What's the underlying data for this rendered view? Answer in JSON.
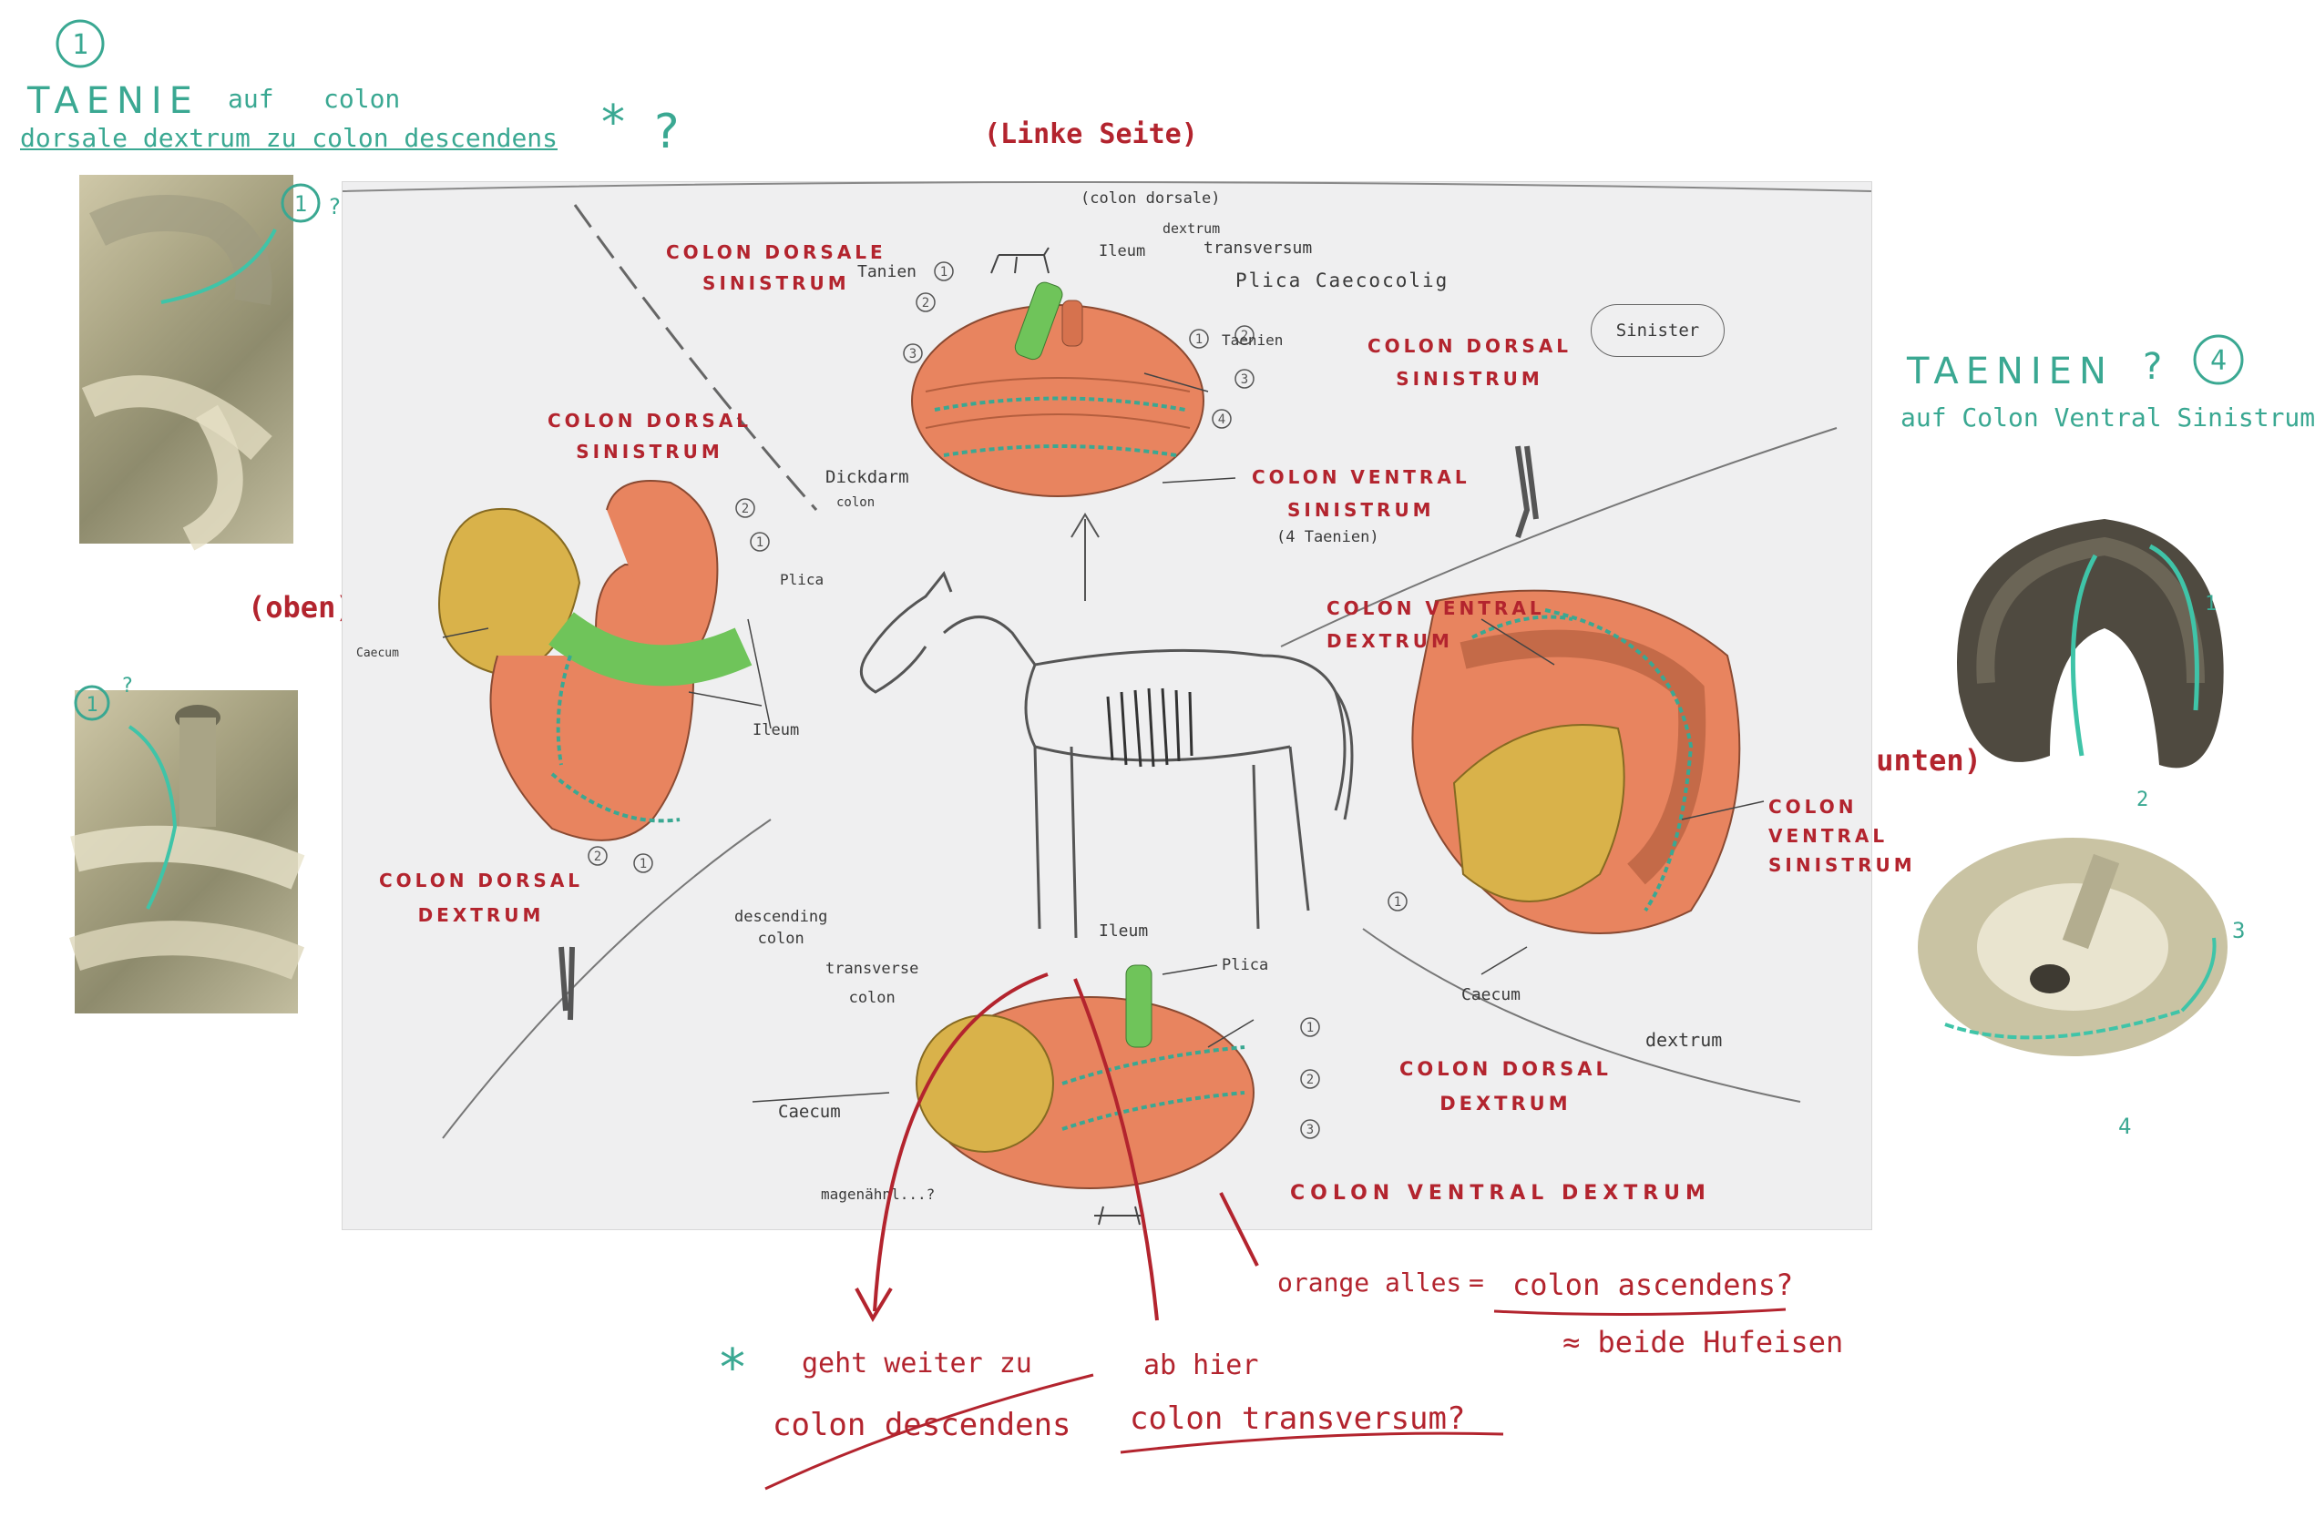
{
  "left_notes": {
    "circle_num_1": "1",
    "title": "TAENIE",
    "subtitle_a": "auf",
    "subtitle_b": "colon",
    "line2": "dorsale dextrum zu colon descendens",
    "star": "*",
    "question": "?",
    "photo1_num": "1",
    "photo1_q": "?",
    "photo2_num": "1",
    "photo2_q": "?"
  },
  "side_labels": {
    "oben": "(oben)",
    "unten": "(unten)",
    "linke_seite": "(Linke Seite)"
  },
  "right_notes": {
    "title": "TAENIEN",
    "question": "?",
    "circle_num": "4",
    "subtitle": "auf Colon Ventral Sinistrum",
    "photo_num_1": "1",
    "photo_num_2": "2",
    "photo_num_3": "3",
    "photo_num_4": "4"
  },
  "diagram": {
    "top": {
      "colon_dorsale_sinistrum": [
        "COLON DORSALE",
        "SINISTRUM"
      ],
      "tanien": "Tanien",
      "colon_dorsale_small": "(colon dorsale)",
      "dextrum": "dextrum",
      "ileum": "Ileum",
      "transversum": "transversum",
      "plica": "Plica Caecocolig",
      "taenien": "Taenien",
      "colon_dorsal_sinistrum": [
        "COLON DORSAL",
        "SINISTRUM"
      ],
      "sinister": "Sinister",
      "dickdarm": [
        "Dickdarm",
        "colon"
      ],
      "colon_ventral_sinistrum": [
        "COLON VENTRAL",
        "SINISTRUM"
      ],
      "four_taenien": "(4 Taenien)",
      "nums": [
        "1",
        "2",
        "3",
        "1",
        "2",
        "3",
        "4"
      ]
    },
    "left": {
      "colon_dorsal_sinistrum": [
        "COLON DORSAL",
        "SINISTRUM"
      ],
      "caecum": "Caecum",
      "plica": "Plica",
      "ileum": "Ileum",
      "colon_dorsal_dextrum": [
        "COLON DORSAL",
        "DEXTRUM"
      ],
      "nums": [
        "2",
        "1",
        "2",
        "1"
      ]
    },
    "right": {
      "colon_ventral_dextrum": [
        "COLON VENTRAL",
        "DEXTRUM"
      ],
      "colon_ventral_sinistrum": [
        "COLON",
        "VENTRAL",
        "SINISTRUM"
      ],
      "caecum": "Caecum",
      "dextrum": "dextrum",
      "num": "1"
    },
    "bottom": {
      "descending_colon": [
        "descending",
        "colon"
      ],
      "transverse_colon": [
        "transverse",
        "colon"
      ],
      "ileum": "Ileum",
      "plica": "Plica",
      "caecum": "Caecum",
      "colon_dorsal_dextrum": [
        "COLON DORSAL",
        "DEXTRUM"
      ],
      "colon_ventral_dextrum": "COLON VENTRAL DEXTRUM",
      "magen": "magenähnl...?",
      "nums": [
        "1",
        "2",
        "3"
      ]
    }
  },
  "bottom_notes": {
    "star": "*",
    "geht_weiter": "geht weiter zu",
    "colon_descendens": "colon descendens",
    "ab_hier": "ab hier",
    "colon_transversum": "colon transversum?",
    "orange_alles": "orange alles",
    "equals": "=",
    "colon_ascendens": "colon ascendens?",
    "beide_hufeisen": "≈ beide Hufeisen"
  },
  "colors": {
    "teal": "#3aa892",
    "red": "#b3242e",
    "orange": "#e8845f",
    "yellow": "#d9b24a",
    "green": "#6fc45a",
    "paper": "#efeff0"
  }
}
